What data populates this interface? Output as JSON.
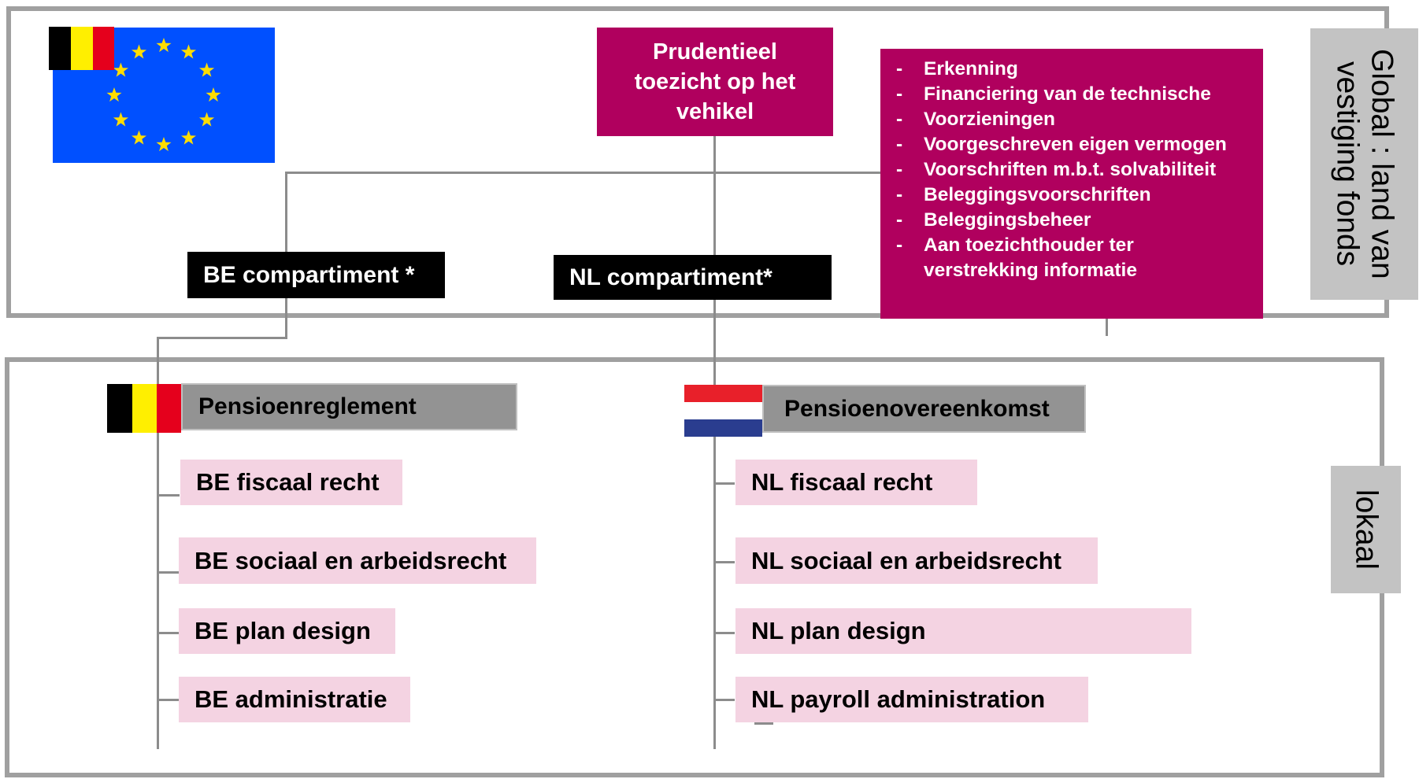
{
  "supervision_box": {
    "title_lines": [
      "Prudentieel",
      "toezicht op het",
      "vehikel"
    ]
  },
  "supervision_items": [
    "Erkenning",
    "Financiering van de technische",
    "Voorzieningen",
    "Voorgeschreven eigen vermogen",
    "Voorschriften m.b.t. solvabiliteit",
    "Beleggingsvoorschriften",
    "Beleggingsbeheer",
    "Aan toezichthouder ter verstrekking informatie"
  ],
  "compartments": {
    "be": "BE compartiment *",
    "nl": "NL  compartiment*"
  },
  "side_labels": {
    "global_lines": [
      "Global : land van",
      "vestiging fonds"
    ],
    "local": "lokaal"
  },
  "be_column": {
    "header": "Pensioenreglement",
    "items": [
      "BE fiscaal recht",
      "BE sociaal en arbeidsrecht",
      "BE plan design",
      "BE administratie"
    ]
  },
  "nl_column": {
    "header": "Pensioenovereenkomst",
    "items": [
      "NL fiscaal recht",
      "NL sociaal en arbeidsrecht",
      "NL plan design",
      "NL payroll administration"
    ]
  },
  "colors": {
    "accent_magenta": "#b0005e",
    "eu_blue": "#0050ff",
    "eu_star": "#ffdd00",
    "be_black": "#000000",
    "be_yellow": "#ffef00",
    "be_red": "#e5001c",
    "nl_red": "#e8202a",
    "nl_blue": "#2a3d8f",
    "pink": "#f4d3e2",
    "grey_header": "#939393"
  },
  "icons": [
    "eu-flag-icon",
    "belgium-flag-icon",
    "netherlands-flag-icon"
  ]
}
